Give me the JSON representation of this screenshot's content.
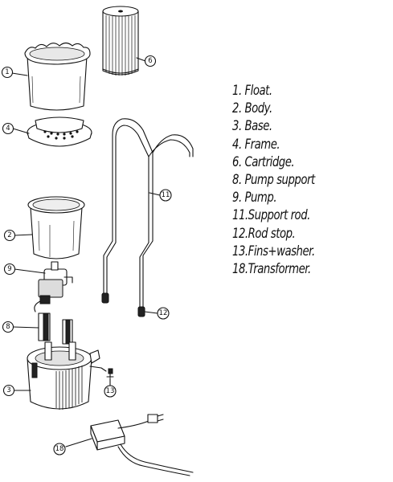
{
  "legend": [
    "1. Float.",
    "2. Body.",
    "3. Base.",
    "4. Frame.",
    "6. Cartridge.",
    "8. Pump support",
    "9. Pump.",
    "11.Support rod.",
    "12.Rod stop.",
    "13.Fins+washer.",
    "18.Transformer."
  ],
  "callouts": {
    "c1": "1",
    "c2": "2",
    "c3": "3",
    "c4": "4",
    "c6": "6",
    "c8": "8",
    "c9": "9",
    "c11": "11",
    "c12": "12",
    "c13": "13",
    "c18": "18"
  }
}
